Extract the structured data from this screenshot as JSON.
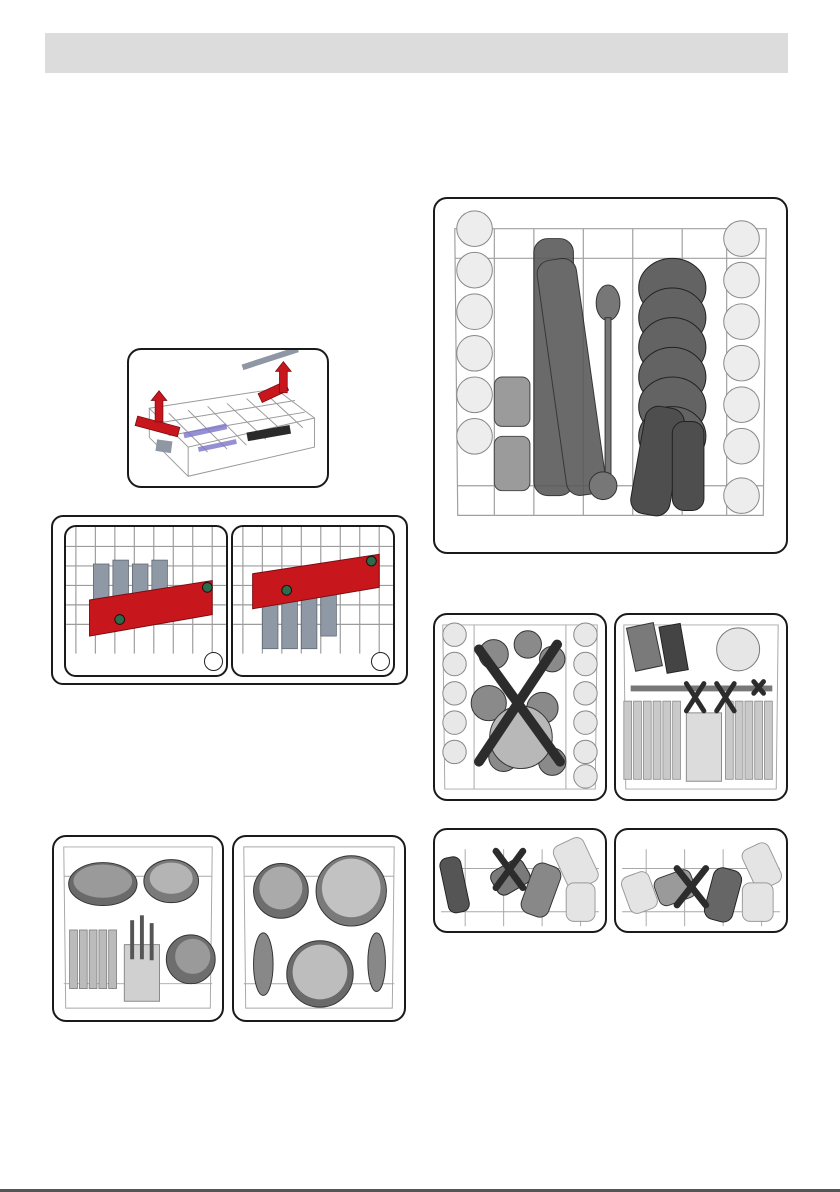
{
  "page": {
    "header_bar_color": "#dcdcdc",
    "accent_red": "#c8161d",
    "figures": [
      {
        "name": "upper-basket-racks-figure",
        "icon": "rack-lift-arrows"
      },
      {
        "name": "rack-position-1-figure",
        "icon": "rack-folded"
      },
      {
        "name": "rack-position-2-figure",
        "icon": "rack-raised"
      },
      {
        "name": "upper-basket-loaded-figure",
        "icon": "cups-glasses-plates"
      },
      {
        "name": "wrong-loading-cups-figure",
        "icon": "cross-mark"
      },
      {
        "name": "wrong-loading-plates-figure",
        "icon": "cross-mark"
      },
      {
        "name": "wrong-loading-glasses-1-figure",
        "icon": "cross-mark"
      },
      {
        "name": "wrong-loading-glasses-2-figure",
        "icon": "cross-mark"
      },
      {
        "name": "lower-basket-pans-plates-figure",
        "icon": "pans-plates"
      },
      {
        "name": "lower-basket-pots-figure",
        "icon": "pots"
      }
    ]
  }
}
